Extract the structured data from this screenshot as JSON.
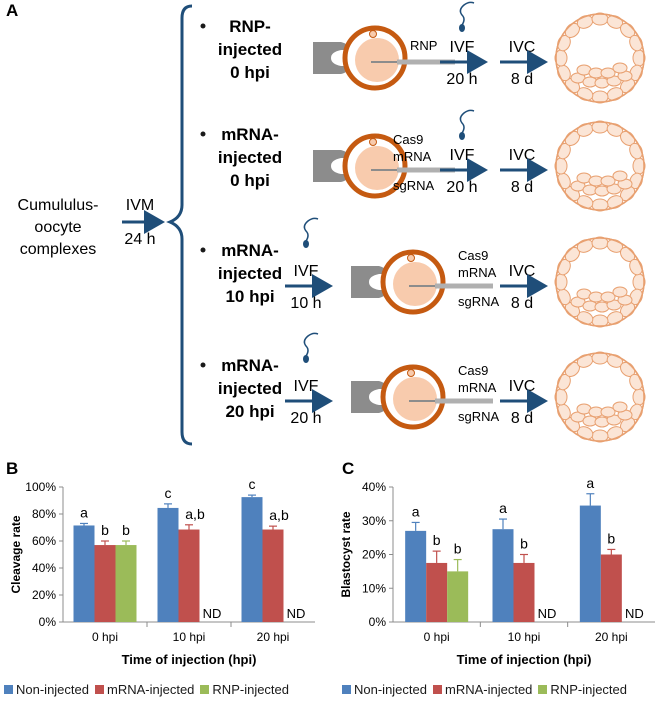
{
  "panels": {
    "A": "A",
    "B": "B",
    "C": "C"
  },
  "schematic": {
    "start_label_lines": [
      "Cumululus-",
      "oocyte",
      "complexes"
    ],
    "ivm": {
      "label": "IVM",
      "time": "24 h"
    },
    "rows": [
      {
        "title_lines": [
          "RNP-",
          "injected",
          "0 hpi"
        ],
        "injection_label": [
          "RNP"
        ],
        "steps": [
          {
            "label": "IVF",
            "time": "20 h"
          },
          {
            "label": "IVC",
            "time": "8 d"
          }
        ],
        "order": "inject-first"
      },
      {
        "title_lines": [
          "mRNA-",
          "injected",
          "0 hpi"
        ],
        "injection_label": [
          "Cas9",
          "mRNA",
          "sgRNA"
        ],
        "steps": [
          {
            "label": "IVF",
            "time": "20 h"
          },
          {
            "label": "IVC",
            "time": "8 d"
          }
        ],
        "order": "inject-first"
      },
      {
        "title_lines": [
          "mRNA-",
          "injected",
          "10 hpi"
        ],
        "injection_label": [
          "Cas9",
          "mRNA",
          "sgRNA"
        ],
        "steps": [
          {
            "label": "IVF",
            "time": "10 h"
          },
          {
            "label": "IVC",
            "time": "8 d"
          }
        ],
        "order": "ivf-first"
      },
      {
        "title_lines": [
          "mRNA-",
          "injected",
          "20 hpi"
        ],
        "injection_label": [
          "Cas9",
          "mRNA",
          "sgRNA"
        ],
        "steps": [
          {
            "label": "IVF",
            "time": "20 h"
          },
          {
            "label": "IVC",
            "time": "8 d"
          }
        ],
        "order": "ivf-first"
      }
    ]
  },
  "colors": {
    "non_injected": "#4f81bd",
    "mrna_injected": "#c0504d",
    "rnp_injected": "#9bbb59",
    "arrow": "#1f4e79",
    "oocyte_ring": "#c55a11",
    "oocyte_fill": "#f8cbad",
    "embryo_fill": "#fbe5d6",
    "embryo_line": "#e8a070",
    "pipette": "#8c8c8c"
  },
  "chart_data": [
    {
      "type": "bar",
      "panel": "B",
      "ylabel": "Cleavage rate",
      "xlabel": "Time of injection (hpi)",
      "categories": [
        "0 hpi",
        "10 hpi",
        "20 hpi"
      ],
      "ylim": [
        0,
        100
      ],
      "yticks": [
        "0%",
        "20%",
        "40%",
        "60%",
        "80%",
        "100%"
      ],
      "series": [
        {
          "name": "Non-injected",
          "values": [
            71.5,
            84.5,
            92.5
          ],
          "errors": [
            1.5,
            3,
            1.5
          ],
          "letters": [
            "a",
            "c",
            "c"
          ]
        },
        {
          "name": "mRNA-injected",
          "values": [
            57,
            68.5,
            68.5
          ],
          "errors": [
            3,
            3.5,
            2.5
          ],
          "letters": [
            "b",
            "a,b",
            "a,b"
          ]
        },
        {
          "name": "RNP-injected",
          "values": [
            57,
            null,
            null
          ],
          "errors": [
            3,
            null,
            null
          ],
          "letters": [
            "b",
            "ND",
            "ND"
          ]
        }
      ],
      "grid": false,
      "legend": "bottom"
    },
    {
      "type": "bar",
      "panel": "C",
      "ylabel": "Blastocyst rate",
      "xlabel": "Time of injection (hpi)",
      "categories": [
        "0 hpi",
        "10 hpi",
        "20 hpi"
      ],
      "ylim": [
        0,
        40
      ],
      "yticks": [
        "0%",
        "10%",
        "20%",
        "30%",
        "40%"
      ],
      "series": [
        {
          "name": "Non-injected",
          "values": [
            27,
            27.5,
            34.5
          ],
          "errors": [
            2.5,
            3,
            3.5
          ],
          "letters": [
            "a",
            "a",
            "a"
          ]
        },
        {
          "name": "mRNA-injected",
          "values": [
            17.5,
            17.5,
            20
          ],
          "errors": [
            3.5,
            2.5,
            1.5
          ],
          "letters": [
            "b",
            "b",
            "b"
          ]
        },
        {
          "name": "RNP-injected",
          "values": [
            15,
            null,
            null
          ],
          "errors": [
            3.5,
            null,
            null
          ],
          "letters": [
            "b",
            "ND",
            "ND"
          ]
        }
      ],
      "grid": false,
      "legend": "bottom"
    }
  ]
}
